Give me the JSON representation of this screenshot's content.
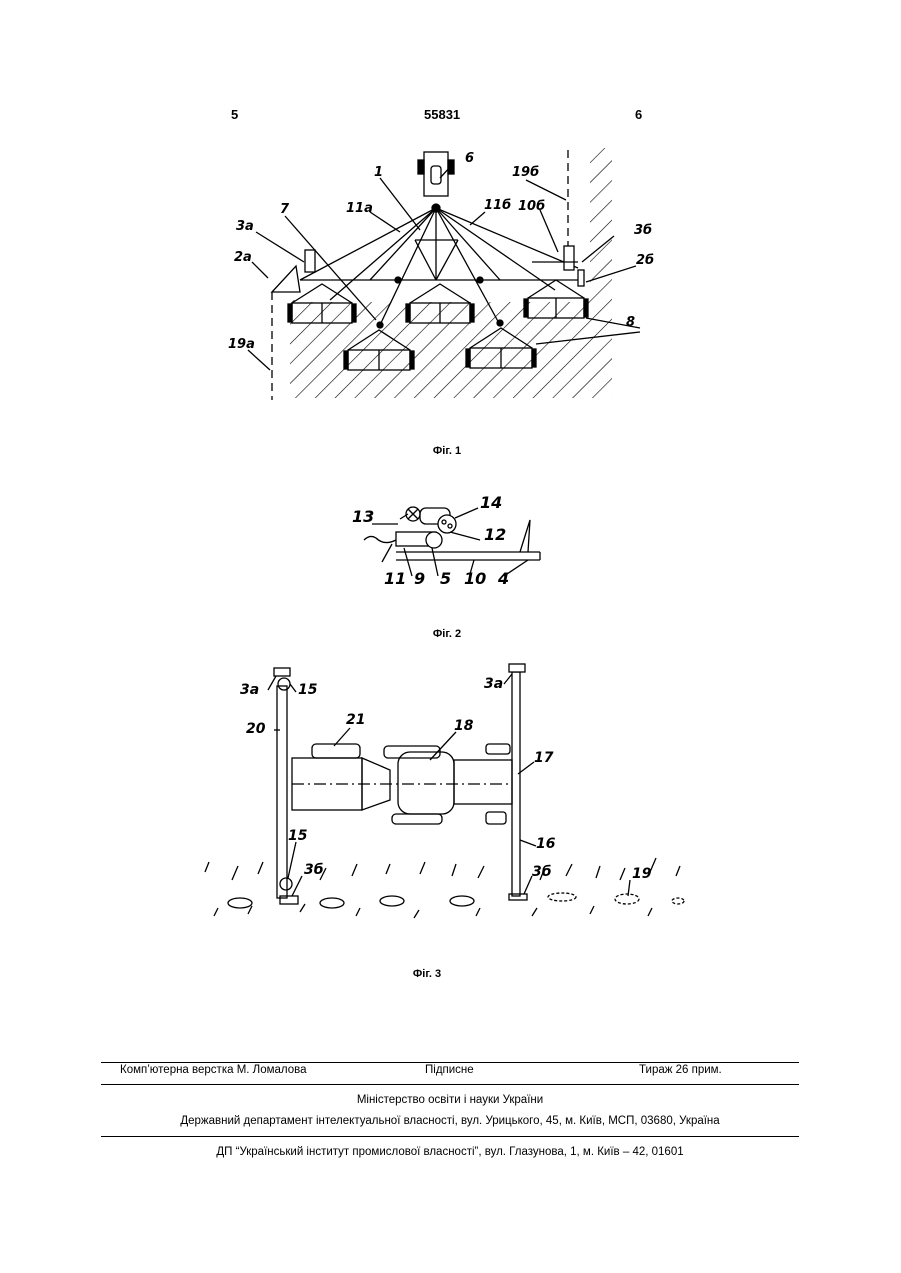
{
  "header": {
    "page_left": "5",
    "patent_number": "55831",
    "page_right": "6"
  },
  "figures": {
    "fig1": {
      "caption": "Фіг. 1",
      "labels": {
        "l1": "1",
        "l6": "6",
        "l7": "7",
        "l8": "8",
        "l2a": "2а",
        "l2b": "2б",
        "l3a": "3а",
        "l3b": "3б",
        "l11a": "11а",
        "l11b": "11б",
        "l10b": "10б",
        "l19a": "19а",
        "l19b": "19б"
      }
    },
    "fig2": {
      "caption": "Фіг. 2",
      "labels": {
        "l13": "13",
        "l14": "14",
        "l12": "12",
        "l11": "11",
        "l9": "9",
        "l5": "5",
        "l10": "10",
        "l4": "4"
      }
    },
    "fig3": {
      "caption": "Фіг. 3",
      "labels": {
        "l3a_left": "3а",
        "l15_top": "15",
        "l20": "20",
        "l21": "21",
        "l18": "18",
        "l3a_right": "3а",
        "l17": "17",
        "l15_bottom": "15",
        "l16": "16",
        "l3b_left": "3б",
        "l3b_right": "3б",
        "l19": "19"
      }
    }
  },
  "footer": {
    "typesetting": "Комп’ютерна верстка М. Ломалова",
    "signed": "Підписне",
    "circulation": "Тираж 26 прим.",
    "ministry": "Міністерство освіти і науки України",
    "department": "Державний департамент інтелектуальної власності, вул. Урицького, 45, м. Київ, МСП, 03680, Україна",
    "institute": "ДП “Український інститут промислової власності”, вул. Глазунова, 1, м. Київ – 42, 01601"
  }
}
